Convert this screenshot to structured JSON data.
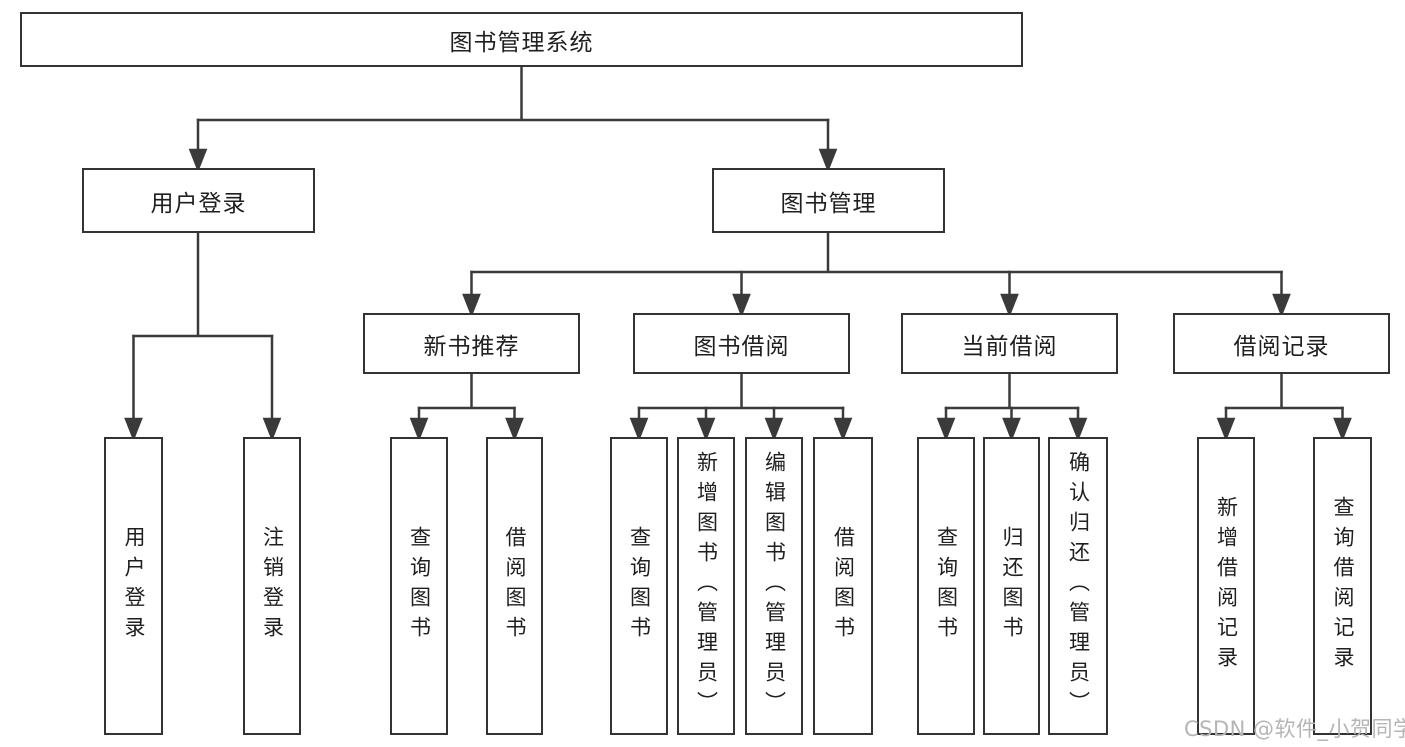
{
  "diagram": {
    "title": "图书管理系统",
    "level1": [
      {
        "label": "用户登录"
      },
      {
        "label": "图书管理"
      }
    ],
    "level2": [
      {
        "label": "新书推荐"
      },
      {
        "label": "图书借阅"
      },
      {
        "label": "当前借阅"
      },
      {
        "label": "借阅记录"
      }
    ],
    "leaves": {
      "user_login": [
        "用户登录",
        "注销登录"
      ],
      "new_book": [
        "查询图书",
        "借阅图书"
      ],
      "book_borrow": [
        "查询图书",
        "新增图书（管理员）",
        "编辑图书（管理员）",
        "借阅图书"
      ],
      "current_borrow": [
        "查询图书",
        "归还图书",
        "确认归还（管理员）"
      ],
      "borrow_record": [
        "新增借阅记录",
        "查询借阅记录"
      ]
    }
  },
  "watermark": {
    "text": "CSDN @软件_小贺同学"
  },
  "colors": {
    "line": "#3a3a3a",
    "border": "#333333",
    "text": "#1f1f1f",
    "background": "#ffffff",
    "watermark": "#b5b5b5"
  }
}
